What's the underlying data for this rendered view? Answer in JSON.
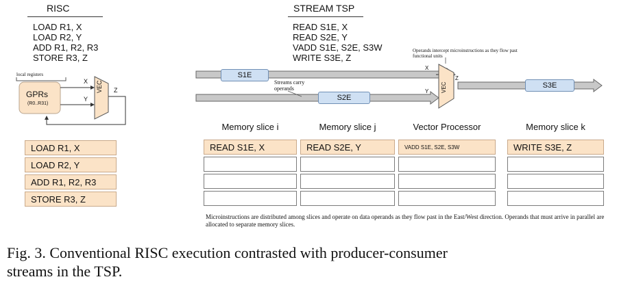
{
  "risc": {
    "title": "RISC",
    "code": [
      "LOAD R1, X",
      "LOAD R2, Y",
      "ADD R1, R2, R3",
      "STORE R3, Z"
    ],
    "local_registers": "local registers",
    "gprs_label": "GPRs",
    "gprs_sub": "(R0..R31)",
    "vec_label": "VEC",
    "x": "X",
    "y": "Y",
    "z": "Z",
    "list": [
      "LOAD R1, X",
      "LOAD R2, Y",
      "ADD R1, R2, R3",
      "STORE R3, Z"
    ]
  },
  "tsp": {
    "title": "STREAM TSP",
    "code": [
      "READ S1E, X",
      "READ S2E, Y",
      "VADD S1E, S2E, S3W",
      "WRITE S3E, Z"
    ],
    "note_intercept": "Operands intercept microinstructions as they flow past functional units",
    "note_streams": "Streams carry operands",
    "s1e": "S1E",
    "s2e": "S2E",
    "s3e": "S3E",
    "vec_label": "VEC",
    "x": "X",
    "y": "Y",
    "z": "Z"
  },
  "table": {
    "headers": [
      "Memory slice i",
      "Memory slice j",
      "Vector Processor",
      "Memory slice k"
    ],
    "first_row": [
      "READ S1E, X",
      "READ S2E, Y",
      "VADD S1E, S2E, S3W",
      "WRITE S3E, Z"
    ],
    "footnote": "Microinstructions are distributed among slices and operate on data operands as they flow past in the East/West direction. Operands that must arrive in parallel are allocated to separate memory slices."
  },
  "caption": {
    "line1": "Fig. 3.   Conventional RISC execution contrasted with producer-consumer",
    "line2": "streams in the TSP."
  }
}
